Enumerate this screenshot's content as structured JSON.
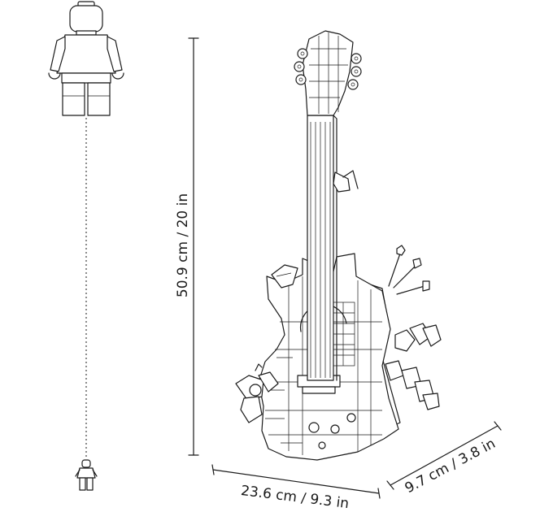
{
  "dimensions": {
    "height_label": "50.9 cm / 20 in",
    "width_label": "23.6 cm / 9.3 in",
    "depth_label": "9.7 cm / 3.8 in"
  },
  "colors": {
    "line": "#1a1a1a",
    "background": "#ffffff"
  }
}
